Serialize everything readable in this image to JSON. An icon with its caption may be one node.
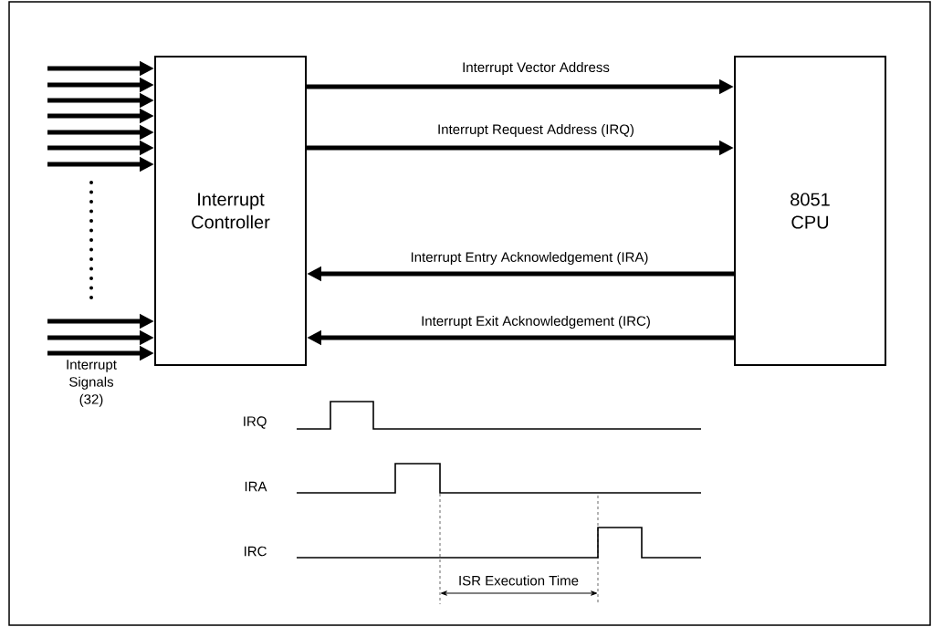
{
  "diagram": {
    "nodes": [
      {
        "text": [
          "Interrupt Controller"
        ]
      },
      {
        "text": [
          "8051 CPU"
        ]
      }
    ],
    "edges": [
      {
        "from": null,
        "to": 0,
        "arrow": "to"
      },
      {
        "from": null,
        "to": 0,
        "arrow": "to"
      },
      {
        "from": null,
        "to": 0,
        "arrow": "to"
      },
      {
        "from": null,
        "to": 0,
        "arrow": "to"
      },
      {
        "from": null,
        "to": 0,
        "arrow": "to"
      },
      {
        "from": null,
        "to": 0,
        "arrow": "to"
      },
      {
        "from": null,
        "to": 0,
        "arrow": "to"
      },
      {
        "from": null,
        "to": 0,
        "arrow": "to"
      },
      {
        "from": null,
        "to": 0,
        "arrow": "to"
      },
      {
        "from": null,
        "to": 0,
        "arrow": "to"
      },
      {
        "from": 0,
        "to": 1,
        "arrow": "to",
        "label": "Interrupt Vector Address"
      },
      {
        "from": 0,
        "to": 1,
        "arrow": "to",
        "label": "Interrupt Request Address (IRQ)"
      },
      {
        "from": 1,
        "to": 0,
        "arrow": "to",
        "label": "Interrupt Entry Acknowledgement (IRA)"
      },
      {
        "from": 1,
        "to": 0,
        "arrow": "to",
        "label": "Interrupt Exit Acknowledgement (IRC)"
      }
    ],
    "labels": [
      "Interrupt Signals (32)",
      "IRQ",
      "IRA",
      "IRC",
      "ISR Execution Time"
    ]
  }
}
